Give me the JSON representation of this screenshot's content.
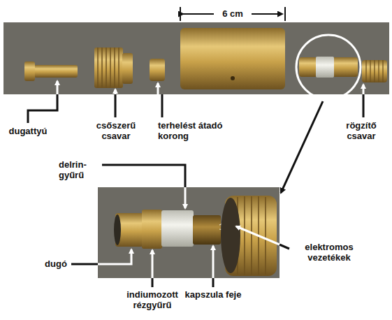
{
  "diagram": {
    "labels": [
      "6 cm",
      "dugattyú",
      "csőszerű csavar",
      "terhelést átadó korong",
      "rögzítő csavar",
      "delrin- gyűrű",
      "dugó",
      "indiumozott rézgyűrű",
      "kapszula feje",
      "elektromos vezetékek"
    ]
  }
}
